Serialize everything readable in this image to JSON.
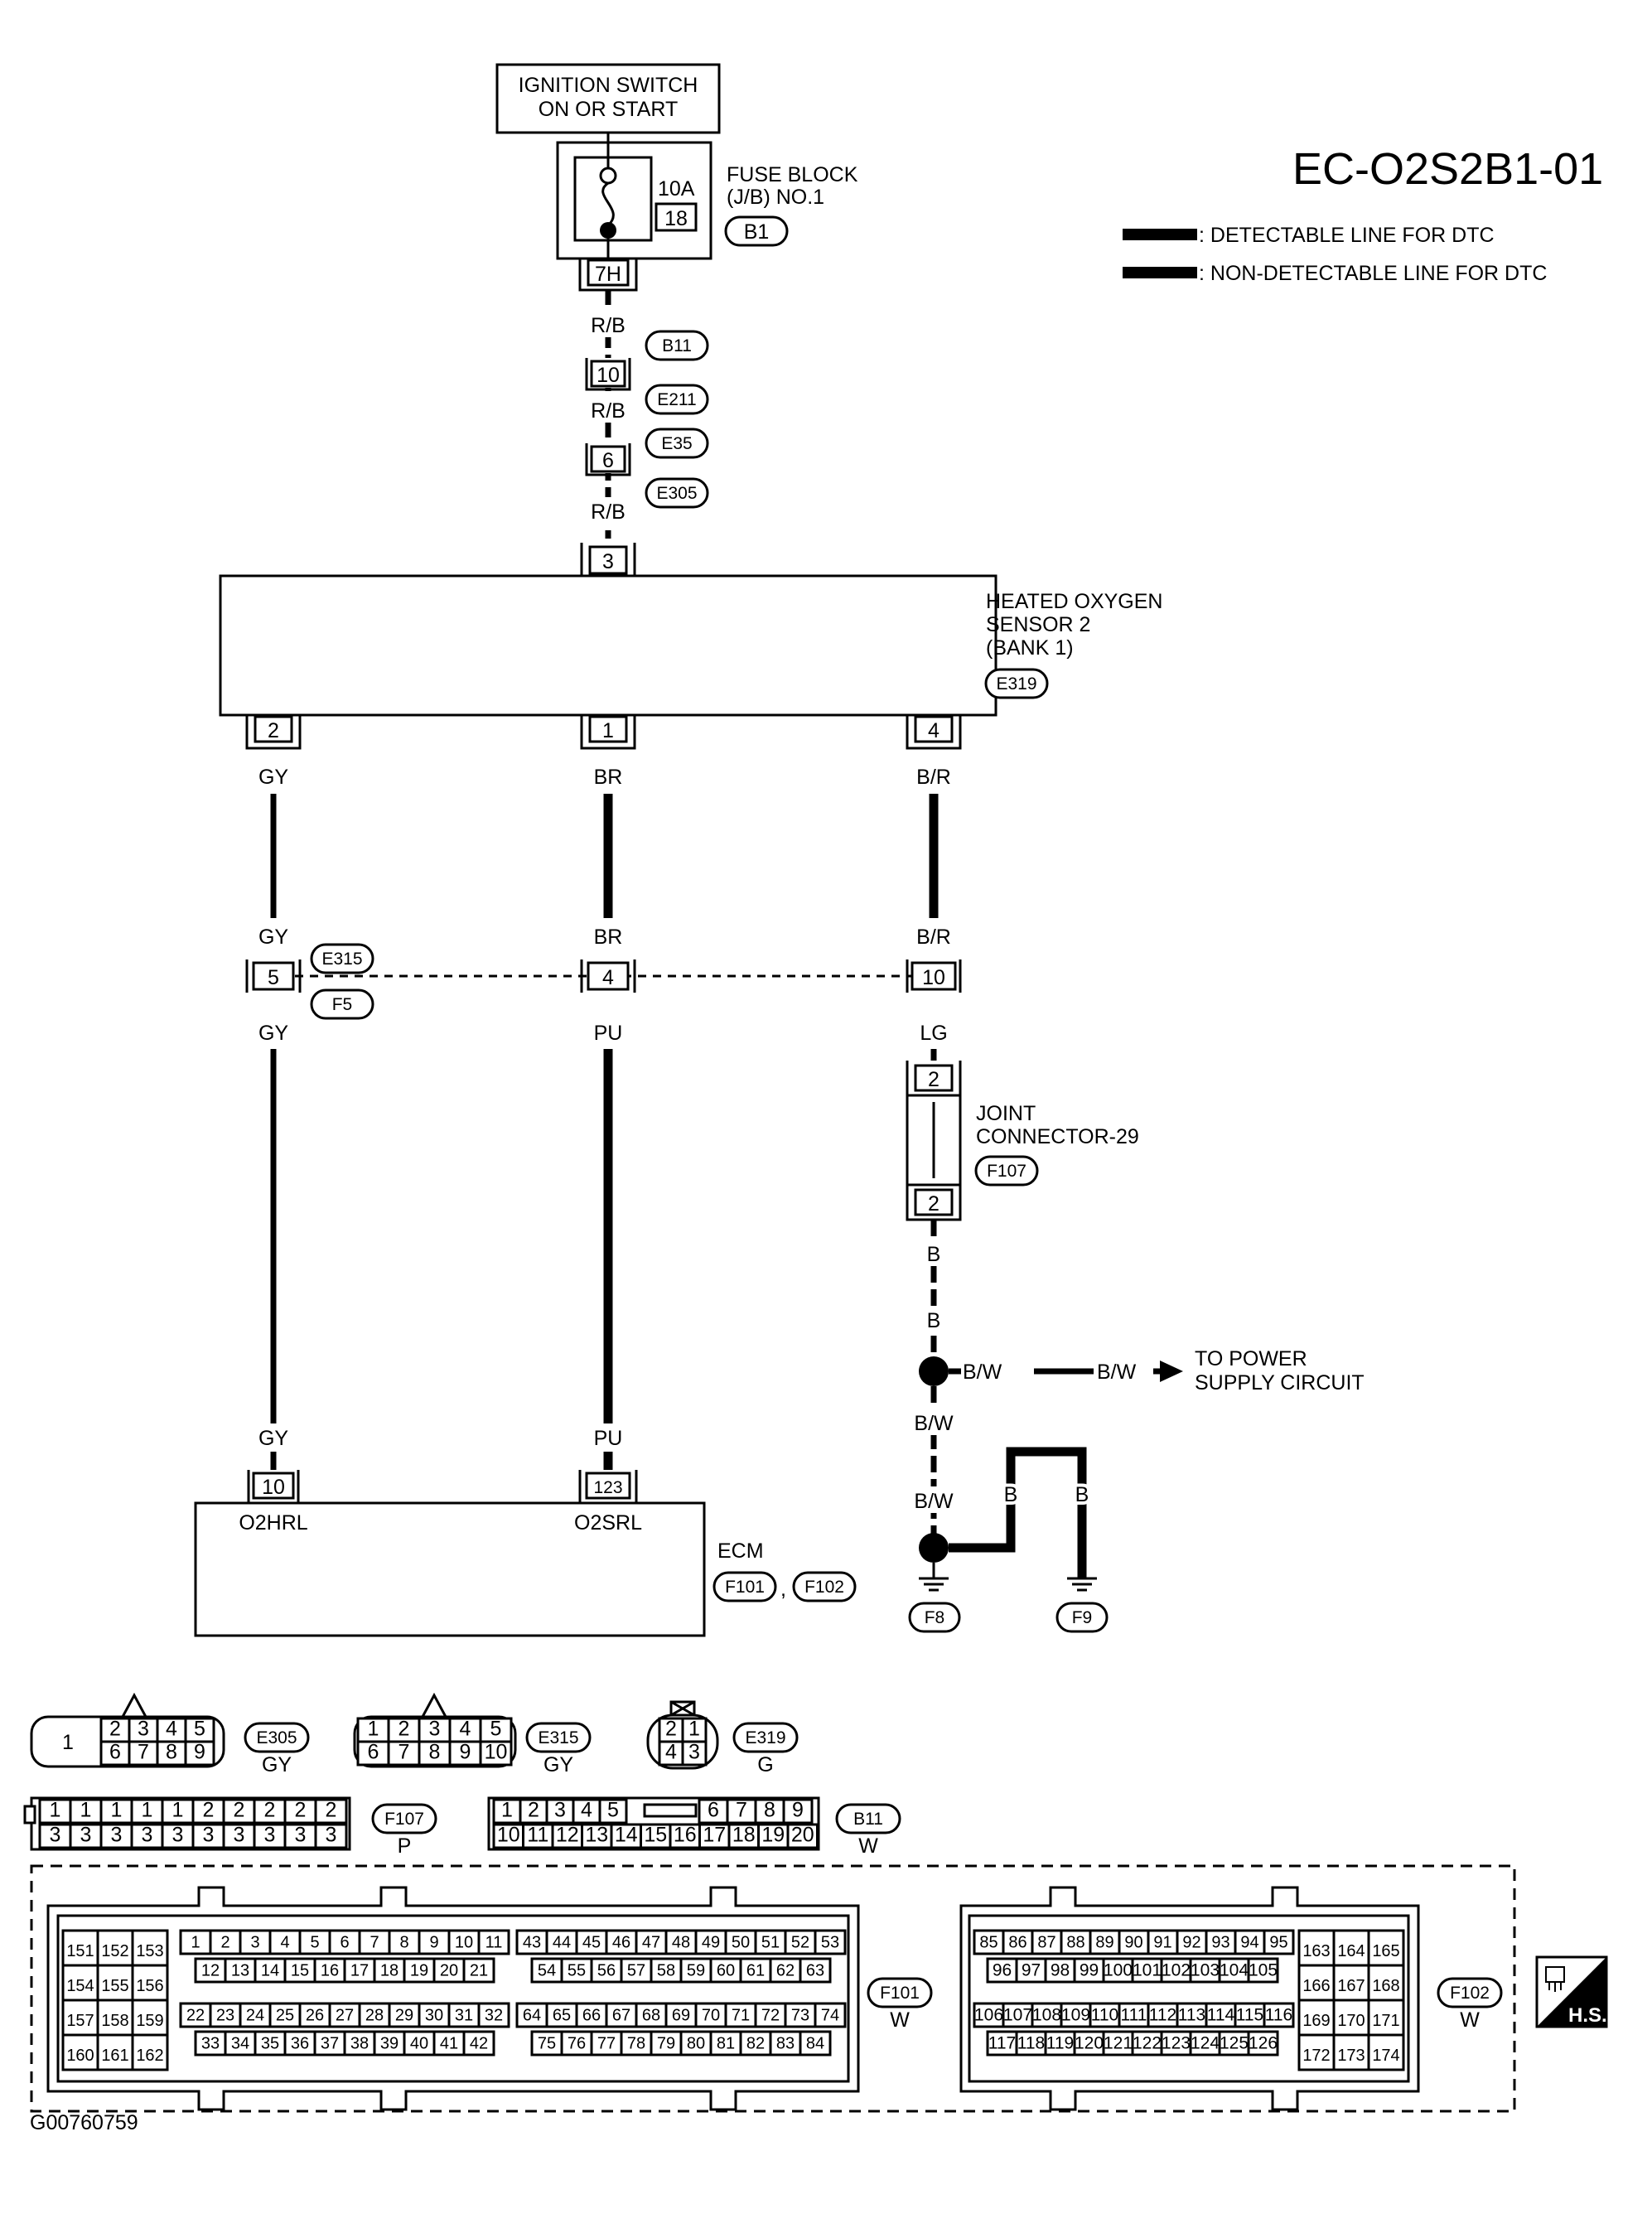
{
  "page": {
    "code": "EC-O2S2B1-01",
    "figure_id": "G00760759"
  },
  "legend": {
    "detectable": ": DETECTABLE LINE FOR DTC",
    "non_detectable": ": NON-DETECTABLE LINE FOR DTC"
  },
  "ignition": {
    "line1": "IGNITION SWITCH",
    "line2": "ON OR START"
  },
  "fuse": {
    "label1": "FUSE BLOCK",
    "label2": "(J/B) NO.1",
    "connector": "B1",
    "amps": "10A",
    "number": "18",
    "terminal": "7H"
  },
  "feed": {
    "wire": "R/B",
    "c1": {
      "pin": "10",
      "top": "B11",
      "bottom": "E211"
    },
    "c2": {
      "pin": "6",
      "top": "E35",
      "bottom": "E305"
    }
  },
  "sensor": {
    "line1": "HEATED OXYGEN",
    "line2": "SENSOR 2",
    "line3": "(BANK 1)",
    "connector": "E319",
    "pin_top": "3",
    "pins": [
      "2",
      "1",
      "4"
    ]
  },
  "wires": {
    "a_upper": "GY",
    "b_upper": "BR",
    "c_upper": "B/R",
    "a_mid_top": "GY",
    "b_mid_top": "BR",
    "c_mid_top": "B/R",
    "a_mid_bot": "GY",
    "b_mid_bot": "PU",
    "c_mid_bot": "LG",
    "a_lower": "GY",
    "b_lower": "PU"
  },
  "inline": {
    "top": "E315",
    "bottom": "F5",
    "pins": [
      "5",
      "4",
      "10"
    ]
  },
  "joint": {
    "line1": "JOINT",
    "line2": "CONNECTOR-29",
    "connector": "F107",
    "pin_top": "2",
    "pin_bottom": "2"
  },
  "ground_side": {
    "b1": "B",
    "b2": "B",
    "bw1": "B/W",
    "bw2": "B/W",
    "bw3": "B/W",
    "bw4": "B/W",
    "b3": "B",
    "b4": "B",
    "to_power1": "TO POWER",
    "to_power2": "SUPPLY CIRCUIT",
    "ground1": "F8",
    "ground2": "F9"
  },
  "ecm": {
    "label": "ECM",
    "pin1": "10",
    "pin1_name": "O2HRL",
    "pin2": "123",
    "pin2_name": "O2SRL",
    "conn1": "F101",
    "conn2": "F102",
    "sep": ","
  },
  "connectors": {
    "e305": {
      "id": "E305",
      "color": "GY",
      "big": "1",
      "row1": [
        "2",
        "3",
        "4",
        "5"
      ],
      "row2": [
        "6",
        "7",
        "8",
        "9"
      ]
    },
    "e315": {
      "id": "E315",
      "color": "GY",
      "row1": [
        "1",
        "2",
        "3",
        "4",
        "5"
      ],
      "row2": [
        "6",
        "7",
        "8",
        "9",
        "10"
      ]
    },
    "e319": {
      "id": "E319",
      "color": "G",
      "row1": [
        "2",
        "1"
      ],
      "row2": [
        "4",
        "3"
      ]
    },
    "f107": {
      "id": "F107",
      "color": "P",
      "row1": [
        "1",
        "1",
        "1",
        "1",
        "1",
        "2",
        "2",
        "2",
        "2",
        "2"
      ],
      "row2": [
        "3",
        "3",
        "3",
        "3",
        "3",
        "3",
        "3",
        "3",
        "3",
        "3"
      ]
    },
    "b11": {
      "id": "B11",
      "color": "W",
      "row1": [
        "1",
        "2",
        "3",
        "4",
        "5",
        "6",
        "7",
        "8",
        "9"
      ],
      "row2": [
        "10",
        "11",
        "12",
        "13",
        "14",
        "15",
        "16",
        "17",
        "18",
        "19",
        "20"
      ]
    },
    "f101": {
      "id": "F101",
      "color": "W",
      "blockA_r1": [
        "151",
        "152",
        "153"
      ],
      "blockA_r2": [
        "154",
        "155",
        "156"
      ],
      "blockA_r3": [
        "157",
        "158",
        "159"
      ],
      "blockA_r4": [
        "160",
        "161",
        "162"
      ],
      "r1a": [
        "1",
        "2",
        "3",
        "4",
        "5",
        "6",
        "7",
        "8",
        "9",
        "10",
        "11"
      ],
      "r2a": [
        "12",
        "13",
        "14",
        "15",
        "16",
        "17",
        "18",
        "19",
        "20",
        "21"
      ],
      "r3a": [
        "22",
        "23",
        "24",
        "25",
        "26",
        "27",
        "28",
        "29",
        "30",
        "31",
        "32"
      ],
      "r4a": [
        "33",
        "34",
        "35",
        "36",
        "37",
        "38",
        "39",
        "40",
        "41",
        "42"
      ],
      "r1b": [
        "43",
        "44",
        "45",
        "46",
        "47",
        "48",
        "49",
        "50",
        "51",
        "52",
        "53"
      ],
      "r2b": [
        "54",
        "55",
        "56",
        "57",
        "58",
        "59",
        "60",
        "61",
        "62",
        "63"
      ],
      "r3b": [
        "64",
        "65",
        "66",
        "67",
        "68",
        "69",
        "70",
        "71",
        "72",
        "73",
        "74"
      ],
      "r4b": [
        "75",
        "76",
        "77",
        "78",
        "79",
        "80",
        "81",
        "82",
        "83",
        "84"
      ]
    },
    "f102": {
      "id": "F102",
      "color": "W",
      "r1": [
        "85",
        "86",
        "87",
        "88",
        "89",
        "90",
        "91",
        "92",
        "93",
        "94",
        "95"
      ],
      "r2": [
        "96",
        "97",
        "98",
        "99",
        "100",
        "101",
        "102",
        "103",
        "104",
        "105"
      ],
      "r3": [
        "106",
        "107",
        "108",
        "109",
        "110",
        "111",
        "112",
        "113",
        "114",
        "115",
        "116"
      ],
      "r4": [
        "117",
        "118",
        "119",
        "120",
        "121",
        "122",
        "123",
        "124",
        "125",
        "126"
      ],
      "blockB_r1": [
        "163",
        "164",
        "165"
      ],
      "blockB_r2": [
        "166",
        "167",
        "168"
      ],
      "blockB_r3": [
        "169",
        "170",
        "171"
      ],
      "blockB_r4": [
        "172",
        "173",
        "174"
      ]
    }
  },
  "hs_badge": "H.S."
}
